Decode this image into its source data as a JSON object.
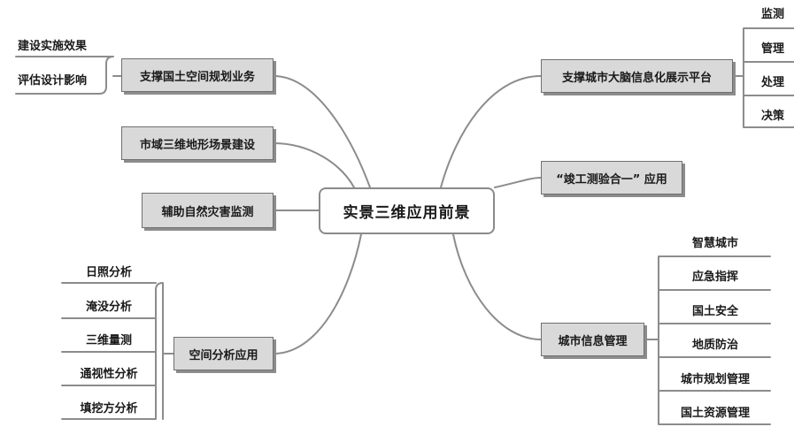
{
  "center": {
    "label": "实景三维应用前景"
  },
  "branches": {
    "planning": {
      "label": "支撑国土空间规划业务",
      "leaves": [
        "建设实施效果",
        "评估设计影响"
      ]
    },
    "terrain": {
      "label": "市域三维地形场景建设"
    },
    "disaster": {
      "label": "辅助自然灾害监测"
    },
    "spatial": {
      "label": "空间分析应用",
      "leaves": [
        "日照分析",
        "淹没分析",
        "三维量测",
        "通视性分析",
        "填挖方分析"
      ]
    },
    "brain": {
      "label": "支撑城市大脑信息化展示平台",
      "leaves": [
        "监测",
        "管理",
        "处理",
        "决策"
      ]
    },
    "survey": {
      "label": "“竣工测验合一” 应用"
    },
    "info": {
      "label": "城市信息管理",
      "leaves": [
        "智慧城市",
        "应急指挥",
        "国土安全",
        "地质防治",
        "城市规划管理",
        "国土资源管理"
      ]
    }
  },
  "colors": {
    "line": "#8c8c8c",
    "box_fill": "#d9d9d9",
    "box_border": "#6f6f6f",
    "center_border": "#8a8a8a"
  }
}
